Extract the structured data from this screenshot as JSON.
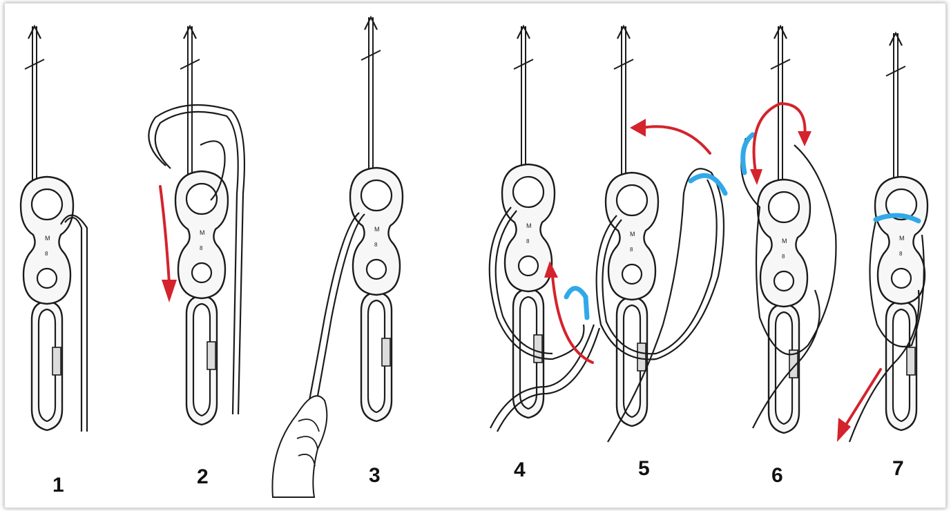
{
  "steps": [
    {
      "label": "1"
    },
    {
      "label": "2"
    },
    {
      "label": "3"
    },
    {
      "label": "4"
    },
    {
      "label": "5"
    },
    {
      "label": "6"
    },
    {
      "label": "7"
    }
  ],
  "colors": {
    "arrow": "#d4232c",
    "highlight": "#31a9e8",
    "line": "#1b1b1b"
  },
  "icons": [
    "rope-icon",
    "figure-eight-device-icon",
    "carabiner-icon",
    "hand-icon",
    "direction-arrow-icon"
  ]
}
